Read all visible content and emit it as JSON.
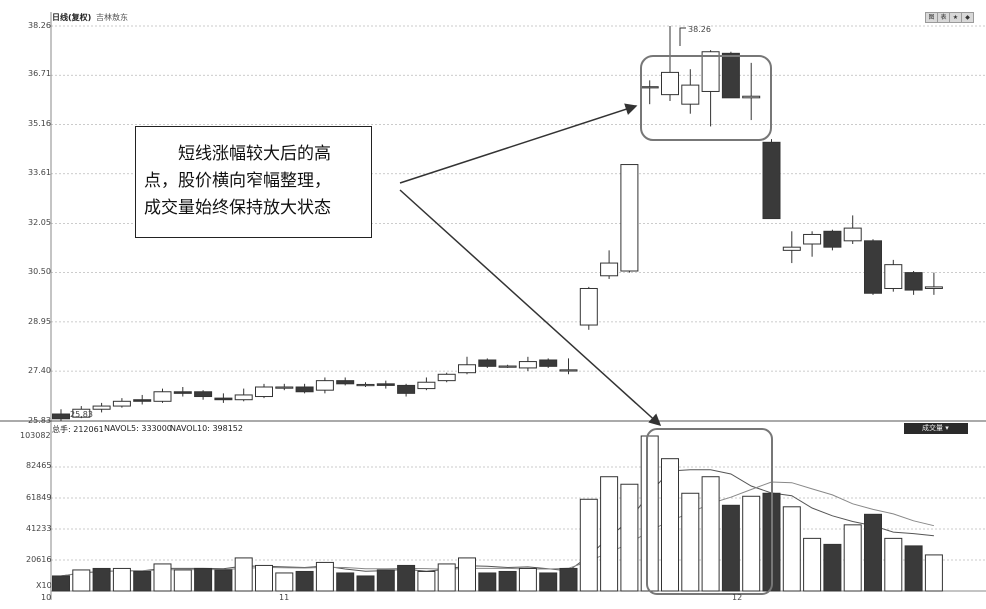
{
  "header": {
    "title": "日线(复权)",
    "stock": "吉林敖东"
  },
  "toolbar": {
    "buttons": [
      "图",
      "表",
      "★",
      "◆"
    ]
  },
  "price_axis": [
    "38.26",
    "36.71",
    "35.16",
    "33.61",
    "32.05",
    "30.50",
    "28.95",
    "27.40",
    "25.83"
  ],
  "volume_axis": [
    "103082",
    "82465",
    "61849",
    "41233",
    "20616",
    "X10"
  ],
  "annotations": {
    "high": "38.26",
    "low": "25.83"
  },
  "volume_header": {
    "label": "总手: 212061",
    "navol5": "NAVOL5: 333000",
    "navol10": "NAVOL10: 398152"
  },
  "volume_button": "成交量",
  "date_labels": [
    "10",
    "11",
    "12"
  ],
  "callout": {
    "line1": "　　短线涨幅较大后的高",
    "line2": "点，股价横向窄幅整理，",
    "line3": "成交量始终保持放大状态"
  },
  "chart_data": {
    "type": "candlestick",
    "price_range": [
      25.83,
      38.26
    ],
    "volume_range": [
      0,
      103082
    ],
    "grid": true,
    "candles": [
      {
        "o": 26.05,
        "h": 26.2,
        "l": 25.83,
        "c": 25.9,
        "down": true
      },
      {
        "o": 25.95,
        "h": 26.3,
        "l": 25.92,
        "c": 26.2,
        "down": false
      },
      {
        "o": 26.2,
        "h": 26.4,
        "l": 26.1,
        "c": 26.3,
        "down": false
      },
      {
        "o": 26.3,
        "h": 26.55,
        "l": 26.25,
        "c": 26.45,
        "down": false
      },
      {
        "o": 26.5,
        "h": 26.65,
        "l": 26.35,
        "c": 26.45,
        "down": true
      },
      {
        "o": 26.45,
        "h": 26.85,
        "l": 26.4,
        "c": 26.75,
        "down": false
      },
      {
        "o": 26.75,
        "h": 26.9,
        "l": 26.6,
        "c": 26.7,
        "down": true
      },
      {
        "o": 26.75,
        "h": 26.8,
        "l": 26.5,
        "c": 26.6,
        "down": true
      },
      {
        "o": 26.55,
        "h": 26.7,
        "l": 26.4,
        "c": 26.5,
        "down": true
      },
      {
        "o": 26.5,
        "h": 26.85,
        "l": 26.45,
        "c": 26.65,
        "down": false
      },
      {
        "o": 26.6,
        "h": 27.0,
        "l": 26.55,
        "c": 26.9,
        "down": false
      },
      {
        "o": 26.9,
        "h": 27.0,
        "l": 26.8,
        "c": 26.9,
        "down": false
      },
      {
        "o": 26.9,
        "h": 27.0,
        "l": 26.7,
        "c": 26.75,
        "down": true
      },
      {
        "o": 26.8,
        "h": 27.2,
        "l": 26.7,
        "c": 27.1,
        "down": false
      },
      {
        "o": 27.1,
        "h": 27.2,
        "l": 26.95,
        "c": 27.0,
        "down": true
      },
      {
        "o": 26.95,
        "h": 27.05,
        "l": 26.9,
        "c": 26.98,
        "down": false
      },
      {
        "o": 27.0,
        "h": 27.1,
        "l": 26.85,
        "c": 26.95,
        "down": true
      },
      {
        "o": 26.95,
        "h": 27.0,
        "l": 26.6,
        "c": 26.7,
        "down": true
      },
      {
        "o": 26.85,
        "h": 27.2,
        "l": 26.8,
        "c": 27.05,
        "down": false
      },
      {
        "o": 27.1,
        "h": 27.35,
        "l": 27.05,
        "c": 27.3,
        "down": false
      },
      {
        "o": 27.35,
        "h": 27.85,
        "l": 27.3,
        "c": 27.6,
        "down": false
      },
      {
        "o": 27.75,
        "h": 27.8,
        "l": 27.5,
        "c": 27.55,
        "down": true
      },
      {
        "o": 27.55,
        "h": 27.6,
        "l": 27.5,
        "c": 27.56,
        "down": false
      },
      {
        "o": 27.5,
        "h": 27.85,
        "l": 27.4,
        "c": 27.7,
        "down": false
      },
      {
        "o": 27.75,
        "h": 27.8,
        "l": 27.5,
        "c": 27.55,
        "down": true
      },
      {
        "o": 27.42,
        "h": 27.8,
        "l": 27.3,
        "c": 27.44,
        "down": false
      },
      {
        "o": 28.85,
        "h": 30.05,
        "l": 28.7,
        "c": 30.0,
        "down": false
      },
      {
        "o": 30.4,
        "h": 31.2,
        "l": 30.3,
        "c": 30.8,
        "down": false
      },
      {
        "o": 30.55,
        "h": 33.9,
        "l": 30.5,
        "c": 33.9,
        "down": false
      },
      {
        "o": 36.32,
        "h": 36.55,
        "l": 35.8,
        "c": 36.35,
        "down": false
      },
      {
        "o": 36.1,
        "h": 38.26,
        "l": 35.9,
        "c": 36.8,
        "down": false
      },
      {
        "o": 35.8,
        "h": 36.9,
        "l": 35.5,
        "c": 36.4,
        "down": false
      },
      {
        "o": 36.2,
        "h": 37.5,
        "l": 35.1,
        "c": 37.45,
        "down": false
      },
      {
        "o": 37.4,
        "h": 37.45,
        "l": 36.0,
        "c": 36.0,
        "down": true
      },
      {
        "o": 36.0,
        "h": 37.1,
        "l": 35.3,
        "c": 36.05,
        "down": false
      },
      {
        "o": 34.6,
        "h": 34.7,
        "l": 32.2,
        "c": 32.2,
        "down": true
      },
      {
        "o": 31.3,
        "h": 31.8,
        "l": 30.8,
        "c": 31.2,
        "down": false
      },
      {
        "o": 31.4,
        "h": 31.8,
        "l": 31.0,
        "c": 31.7,
        "down": false
      },
      {
        "o": 31.8,
        "h": 31.85,
        "l": 31.2,
        "c": 31.3,
        "down": true
      },
      {
        "o": 31.5,
        "h": 32.3,
        "l": 31.4,
        "c": 31.9,
        "down": false
      },
      {
        "o": 31.5,
        "h": 31.55,
        "l": 29.8,
        "c": 29.85,
        "down": true
      },
      {
        "o": 30.0,
        "h": 30.9,
        "l": 29.9,
        "c": 30.75,
        "down": false
      },
      {
        "o": 30.5,
        "h": 30.55,
        "l": 29.8,
        "c": 29.95,
        "down": true
      },
      {
        "o": 30.0,
        "h": 30.5,
        "l": 29.8,
        "c": 30.05,
        "down": false
      }
    ],
    "volumes": [
      {
        "v": 10000,
        "down": true
      },
      {
        "v": 14000,
        "down": false
      },
      {
        "v": 15000,
        "down": true
      },
      {
        "v": 15000,
        "down": false
      },
      {
        "v": 13000,
        "down": true
      },
      {
        "v": 18000,
        "down": false
      },
      {
        "v": 14000,
        "down": false
      },
      {
        "v": 15000,
        "down": true
      },
      {
        "v": 14000,
        "down": true
      },
      {
        "v": 22000,
        "down": false
      },
      {
        "v": 17000,
        "down": false
      },
      {
        "v": 12000,
        "down": false
      },
      {
        "v": 13000,
        "down": true
      },
      {
        "v": 19000,
        "down": false
      },
      {
        "v": 12000,
        "down": true
      },
      {
        "v": 10000,
        "down": true
      },
      {
        "v": 14000,
        "down": true
      },
      {
        "v": 17000,
        "down": true
      },
      {
        "v": 13000,
        "down": false
      },
      {
        "v": 18000,
        "down": false
      },
      {
        "v": 22000,
        "down": false
      },
      {
        "v": 12000,
        "down": true
      },
      {
        "v": 13000,
        "down": true
      },
      {
        "v": 15000,
        "down": false
      },
      {
        "v": 12000,
        "down": true
      },
      {
        "v": 15000,
        "down": true
      },
      {
        "v": 61000,
        "down": false
      },
      {
        "v": 76000,
        "down": false
      },
      {
        "v": 71000,
        "down": false
      },
      {
        "v": 103082,
        "down": false
      },
      {
        "v": 88000,
        "down": false
      },
      {
        "v": 65000,
        "down": false
      },
      {
        "v": 76000,
        "down": false
      },
      {
        "v": 57000,
        "down": true
      },
      {
        "v": 63000,
        "down": false
      },
      {
        "v": 65000,
        "down": true
      },
      {
        "v": 56000,
        "down": false
      },
      {
        "v": 35000,
        "down": false
      },
      {
        "v": 31000,
        "down": true
      },
      {
        "v": 44000,
        "down": false
      },
      {
        "v": 51000,
        "down": true
      },
      {
        "v": 35000,
        "down": false
      },
      {
        "v": 30000,
        "down": true
      },
      {
        "v": 24000,
        "down": false
      }
    ]
  }
}
